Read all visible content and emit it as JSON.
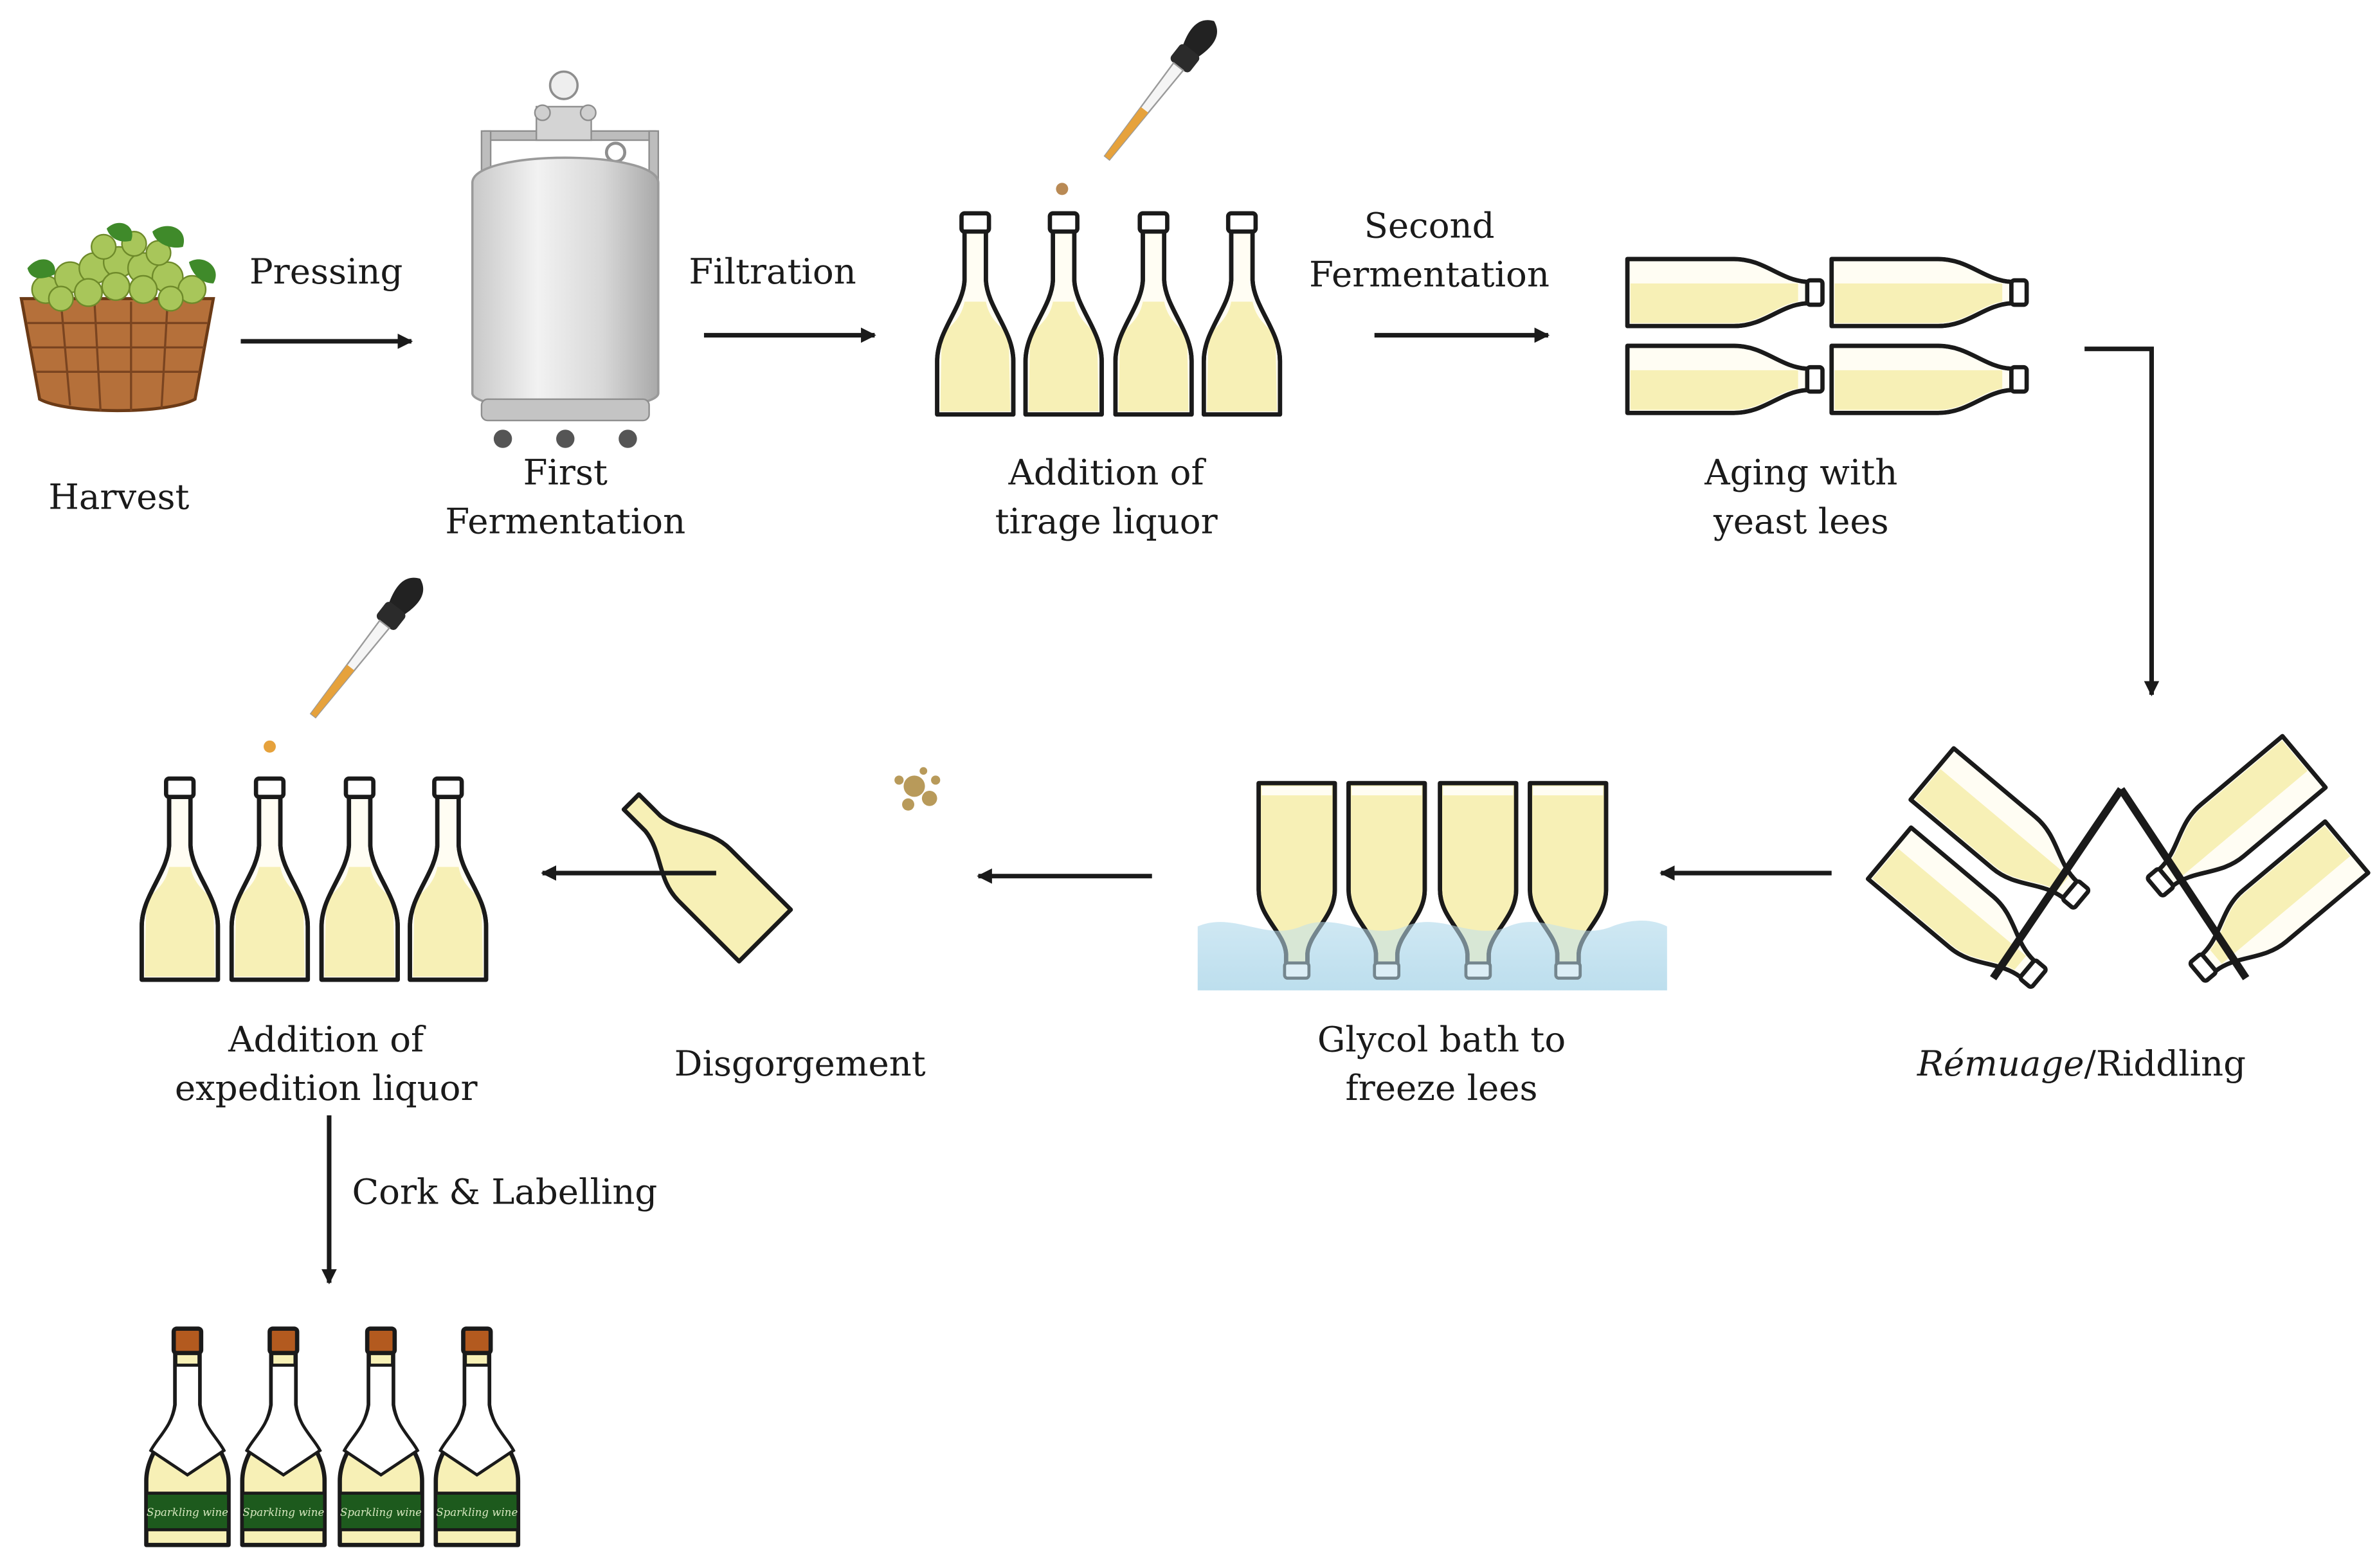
{
  "stages": {
    "harvest": "Harvest",
    "first_fermentation": [
      "First",
      "Fermentation"
    ],
    "tirage": [
      "Addition of",
      "tirage liquor"
    ],
    "aging": [
      "Aging with",
      "yeast lees"
    ],
    "remuage_italic": "Rémuage",
    "remuage_rest": "/Riddling",
    "glycol": [
      "Glycol bath to",
      "freeze lees"
    ],
    "disgorgement": "Disgorgement",
    "expedition": [
      "Addition of",
      "expedition liquor"
    ]
  },
  "transitions": {
    "pressing": "Pressing",
    "filtration": "Filtration",
    "second_fermentation": [
      "Second",
      "Fermentation"
    ],
    "cork_labelling": "Cork & Labelling"
  },
  "bottle_label_text": "Sparkling wine",
  "colors": {
    "wine": "#f7f0b6",
    "ink": "#1a1a1a",
    "cork": "#b35a1f",
    "label_green": "#1d5a1d",
    "water": "#cfe8f3",
    "dropper_liquid": "#e6a23c"
  }
}
